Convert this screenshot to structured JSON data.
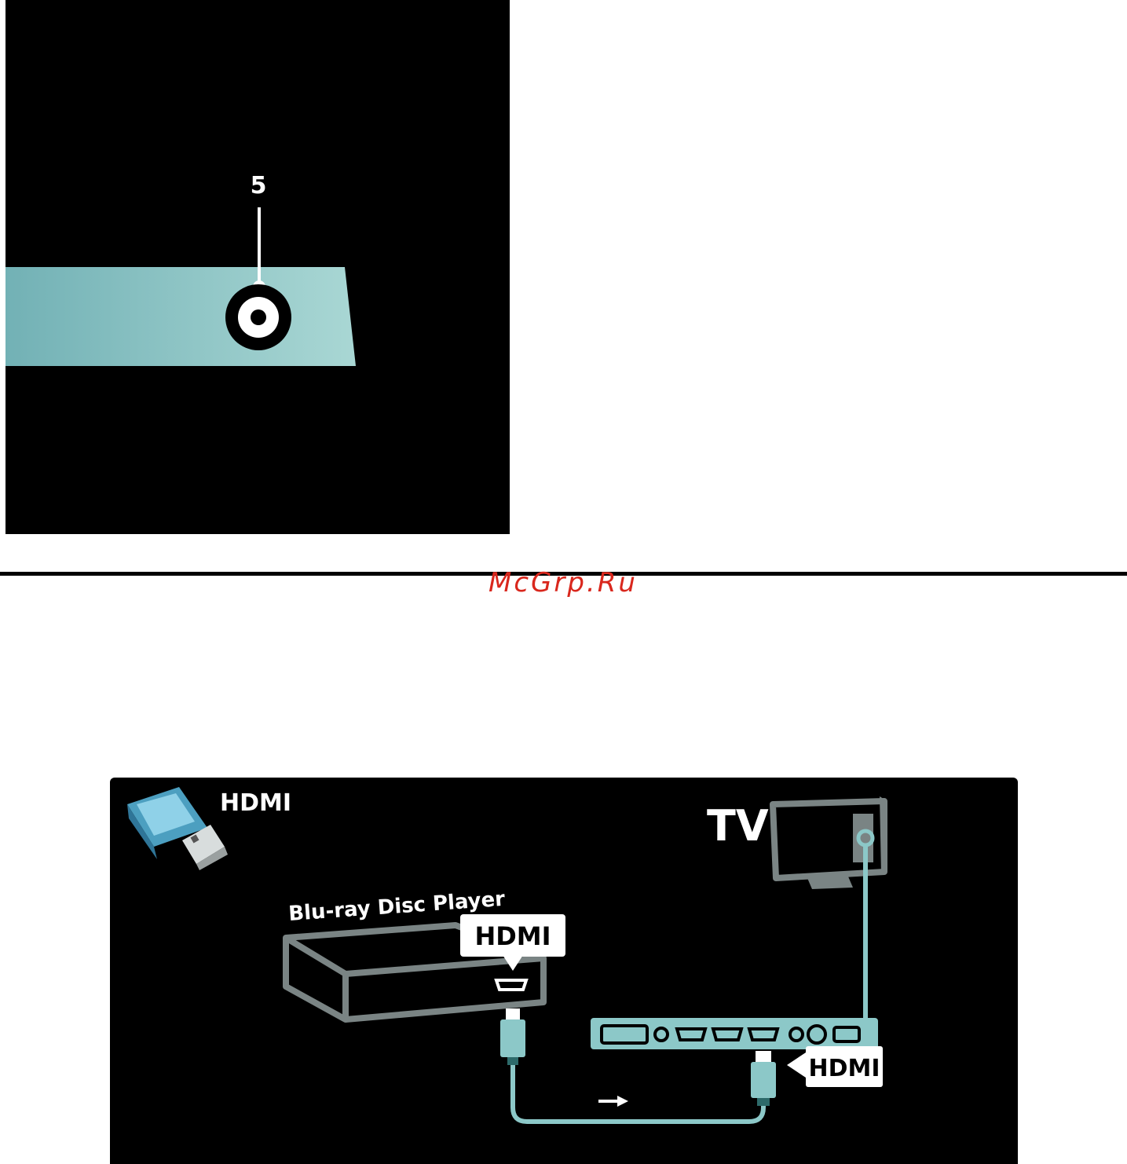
{
  "top_panel": {
    "callout_number": "5"
  },
  "watermark": {
    "text": "McGrp.Ru"
  },
  "bottom_panel": {
    "connection_title": "HDMI",
    "tv_label": "TV",
    "device_label": "Blu-ray Disc Player",
    "device_port_label": "HDMI",
    "tv_port_label": "HDMI"
  },
  "colors": {
    "accent_teal": "#8cc8c8",
    "outline_gray": "#7a8484",
    "background": "#000000",
    "watermark_red": "#d9271d"
  }
}
